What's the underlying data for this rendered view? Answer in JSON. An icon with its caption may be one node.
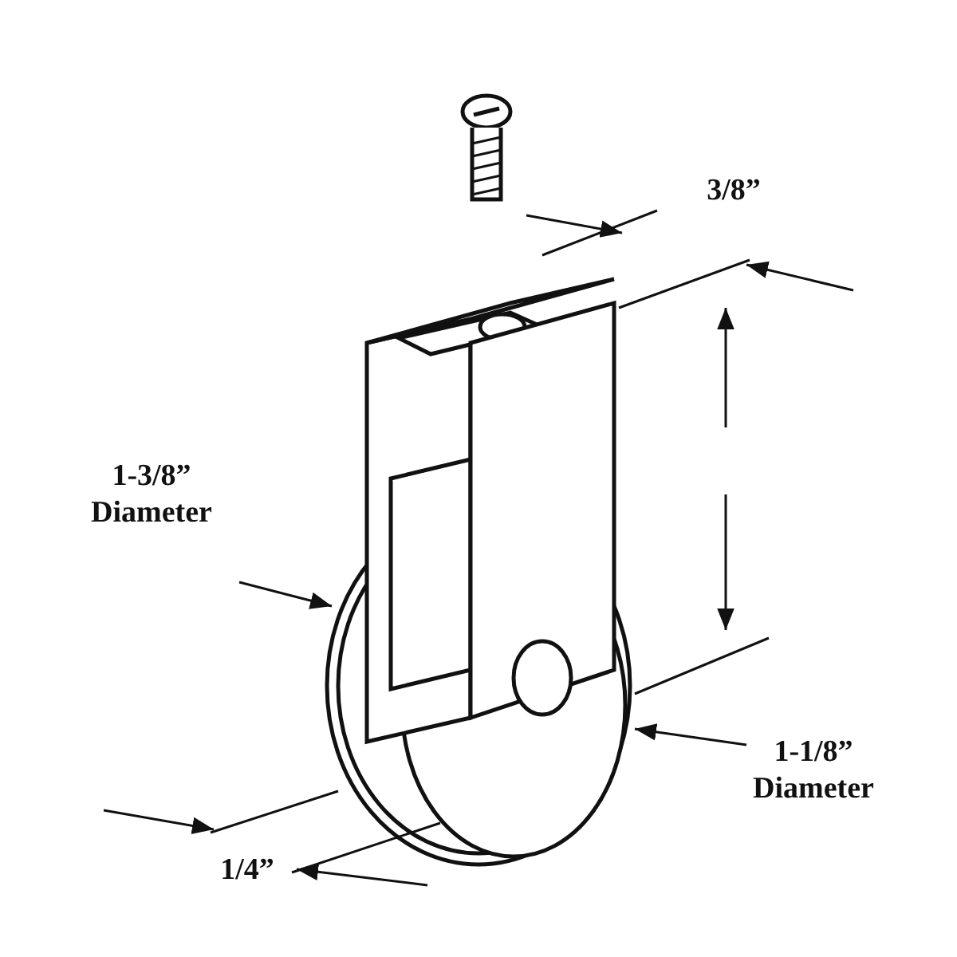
{
  "diagram": {
    "labels": [
      "3/8”",
      "1-3/8” Diameter",
      "1-1/8” Diameter",
      "1/4”"
    ]
  }
}
